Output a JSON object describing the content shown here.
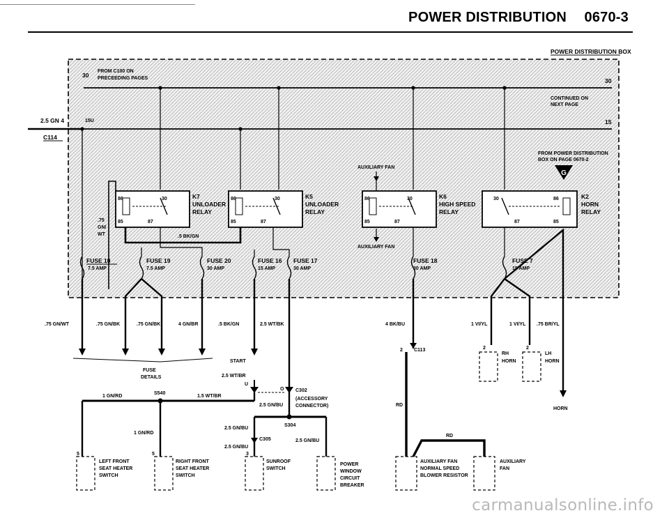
{
  "header": {
    "title": "POWER DISTRIBUTION",
    "page": "0670-3"
  },
  "watermark": "carmanualsonline.info",
  "box": {
    "title": "POWER DISTRIBUTION BOX",
    "from_c100": [
      "FROM C100 ON",
      "PRECEEDING PAGES"
    ],
    "continued": [
      "CONTINUED ON",
      "NEXT PAGE"
    ],
    "from_pdb": [
      "FROM POWER DISTRIBUTION",
      "BOX ON PAGE 0670-2"
    ],
    "terminal_30_left": "30",
    "terminal_30_right": "30",
    "terminal_15_left": "15U",
    "terminal_15_right": "15",
    "g_marker": "G",
    "aux_fan_top": "AUXILIARY FAN",
    "aux_fan_bottom": "AUXILIARY FAN"
  },
  "inputs": {
    "wire": "2.5 GN",
    "pin": "4",
    "connector": "C114"
  },
  "relays": [
    {
      "id": "K7",
      "name": [
        "UNLOADER",
        "RELAY"
      ],
      "pins": [
        "86",
        "30",
        "85",
        "87"
      ]
    },
    {
      "id": "K5",
      "name": [
        "UNLOADER",
        "RELAY"
      ],
      "pins": [
        "86",
        "30",
        "85",
        "87"
      ]
    },
    {
      "id": "K6",
      "name": [
        "HIGH SPEED",
        "RELAY"
      ],
      "pins": [
        "86",
        "30",
        "85",
        "87"
      ]
    },
    {
      "id": "K2",
      "name": [
        "HORN",
        "RELAY"
      ],
      "pins": [
        "30",
        "86",
        "87",
        "85"
      ]
    }
  ],
  "fuses": [
    {
      "id": "FUSE 10",
      "rating": "7.5 AMP"
    },
    {
      "id": "FUSE 19",
      "rating": "7.5 AMP"
    },
    {
      "id": "FUSE 20",
      "rating": "30 AMP"
    },
    {
      "id": "FUSE 16",
      "rating": "15 AMP"
    },
    {
      "id": "FUSE 17",
      "rating": "30 AMP"
    },
    {
      "id": "FUSE 18",
      "rating": "30 AMP"
    },
    {
      "id": "FUSE 7",
      "rating": "15 AMP"
    }
  ],
  "wires": {
    "w075_gnwt_box": [
      ".75",
      "GN/",
      "WT"
    ],
    "w05_bkgn_box": ".5 BK/GN",
    "w075_gnwt": ".75 GN/WT",
    "w075_gnbk_a": ".75 GN/BK",
    "w075_gnbk_b": ".75 GN/BK",
    "w4_gnbr": "4 GN/BR",
    "w05_bkgn": ".5 BK/GN",
    "w25_wtbk": "2.5 WT/BK",
    "w4_bkbu": "4 BK/BU",
    "w1_vlyl_a": "1 VI/YL",
    "w1_vlyl_b": "1 VI/YL",
    "w075_bryl": ".75 BR/YL",
    "w25_wtbr": "2.5 WT/BR",
    "w1_gnrd_a": "1 GN/RD",
    "w15_wtbr": "1.5 WT/BR",
    "w25_gnbu_a": "2.5 GN/BU",
    "w1_gnrd_b": "1 GN/RD",
    "w25_gnbu_b": "2.5 GN/BU",
    "w25_gnbu_c": "2.5 GN/BU",
    "w25_gnbu_d": "2.5 GN/BU",
    "rd_a": "RD",
    "rd_b": "RD"
  },
  "labels": {
    "fuse_details": [
      "FUSE",
      "DETAILS"
    ],
    "start": "START",
    "u": "U",
    "o": "O",
    "c302": "C302",
    "c302_desc": [
      "(ACCESSORY",
      "CONNECTOR)"
    ],
    "s540": "S540",
    "s304": "S304",
    "c305": "C305",
    "c113": "C113",
    "horn": "HORN"
  },
  "components": {
    "left_front": {
      "name": [
        "LEFT FRONT",
        "SEAT HEATER",
        "SWITCH"
      ],
      "pin": "5"
    },
    "right_front": {
      "name": [
        "RIGHT FRONT",
        "SEAT HEATER",
        "SWITCH"
      ],
      "pin": "5"
    },
    "sunroof": {
      "name": [
        "SUNROOF",
        "SWITCH"
      ],
      "pin": "3"
    },
    "power_window": {
      "name": [
        "POWER",
        "WINDOW",
        "CIRCUIT",
        "BREAKER"
      ]
    },
    "aux_fan_resistor": {
      "name": [
        "AUXILIARY FAN",
        "NORMAL SPEED",
        "BLOWER RESISTOR"
      ]
    },
    "aux_fan": {
      "name": [
        "AUXILIARY",
        "FAN"
      ]
    },
    "rh_horn": {
      "name": [
        "RH",
        "HORN"
      ],
      "pin": "2"
    },
    "lh_horn": {
      "name": [
        "LH",
        "HORN"
      ],
      "pin": "2"
    },
    "c113_pin": "2"
  }
}
